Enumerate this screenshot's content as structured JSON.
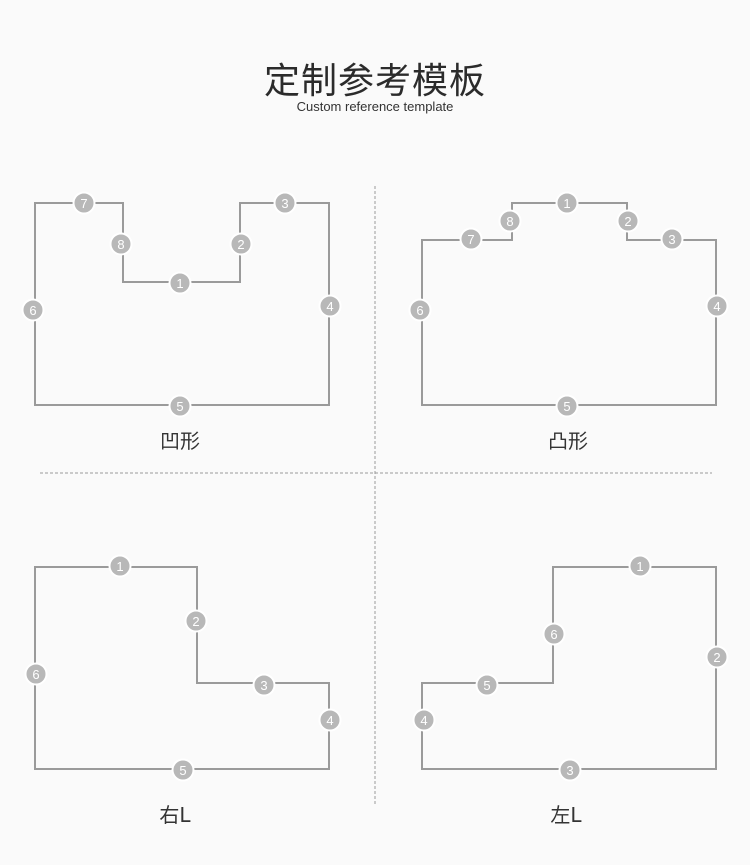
{
  "header": {
    "title": "定制参考模板",
    "subtitle": "Custom reference template"
  },
  "colors": {
    "background": "#fafafa",
    "outline": "#9a9a9a",
    "badge_fill": "#b8b8b8",
    "badge_text": "#ffffff"
  },
  "templates": [
    {
      "caption": "凹形",
      "edge_labels": [
        "1",
        "2",
        "3",
        "4",
        "5",
        "6",
        "7",
        "8"
      ]
    },
    {
      "caption": "凸形",
      "edge_labels": [
        "1",
        "2",
        "3",
        "4",
        "5",
        "6",
        "7",
        "8"
      ]
    },
    {
      "caption": "右L",
      "edge_labels": [
        "1",
        "2",
        "3",
        "4",
        "5",
        "6"
      ]
    },
    {
      "caption": "左L",
      "edge_labels": [
        "1",
        "2",
        "3",
        "4",
        "5",
        "6"
      ]
    }
  ]
}
